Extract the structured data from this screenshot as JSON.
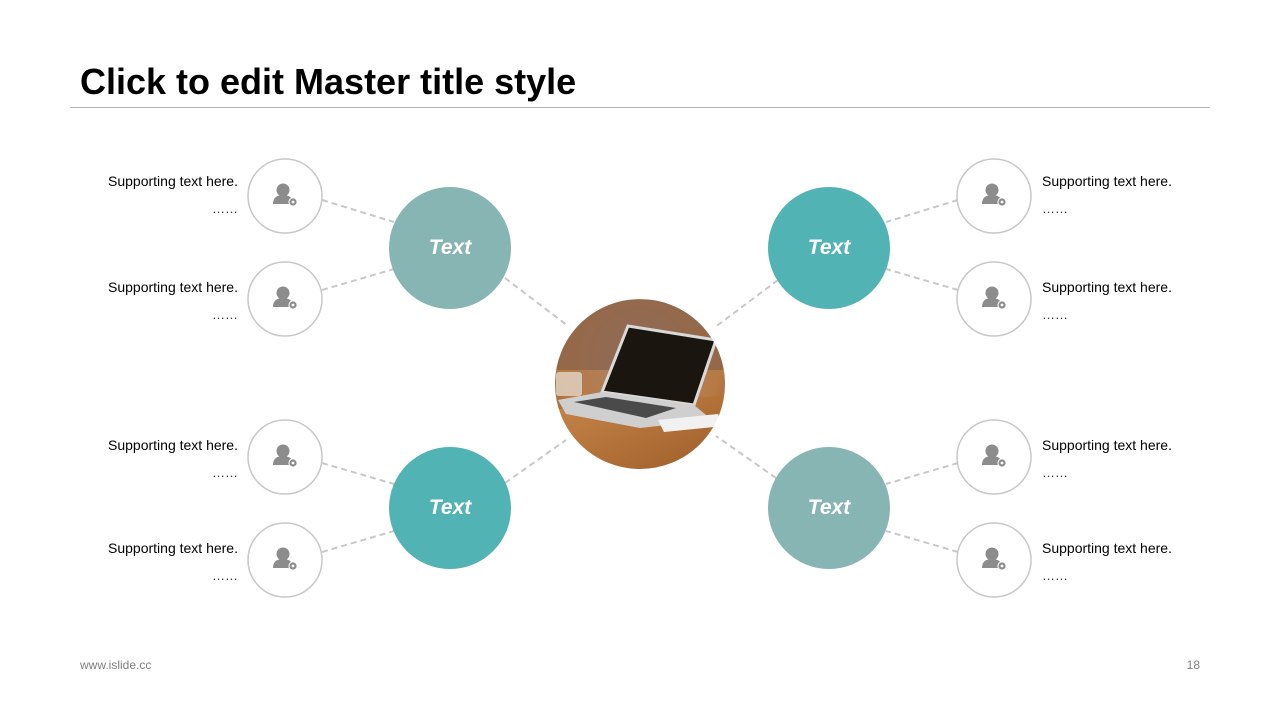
{
  "slide": {
    "title": "Click to edit Master title style",
    "footer_url": "www.islide.cc",
    "page_number": "18"
  },
  "colors": {
    "hub_gray_teal": "#86b5b3",
    "hub_teal": "#52b3b4",
    "connector": "#c8c8c8",
    "node_ring": "#c8c8c8",
    "icon": "#8c8c8c"
  },
  "hubs": [
    {
      "label": "Text",
      "color": "#86b5b3"
    },
    {
      "label": "Text",
      "color": "#52b3b4"
    },
    {
      "label": "Text",
      "color": "#52b3b4"
    },
    {
      "label": "Text",
      "color": "#86b5b3"
    }
  ],
  "center_image": {
    "icon": "laptop-photo"
  },
  "nodes": [
    {
      "icon": "user-settings-icon",
      "text": "Supporting text here.",
      "dots": "……"
    },
    {
      "icon": "user-settings-icon",
      "text": "Supporting text here.",
      "dots": "……"
    },
    {
      "icon": "user-settings-icon",
      "text": "Supporting text here.",
      "dots": "……"
    },
    {
      "icon": "user-settings-icon",
      "text": "Supporting text here.",
      "dots": "……"
    },
    {
      "icon": "user-settings-icon",
      "text": "Supporting text here.",
      "dots": "……"
    },
    {
      "icon": "user-settings-icon",
      "text": "Supporting text here.",
      "dots": "……"
    },
    {
      "icon": "user-settings-icon",
      "text": "Supporting text here.",
      "dots": "……"
    },
    {
      "icon": "user-settings-icon",
      "text": "Supporting text here.",
      "dots": "……"
    }
  ]
}
